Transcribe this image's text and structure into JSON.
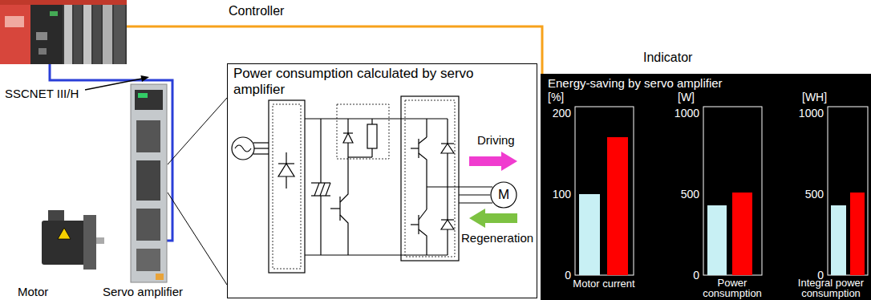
{
  "diagram": {
    "nodes": [
      {
        "text": [
          "Power consumption calculated by servo amplifier"
        ]
      },
      {
        "text": [
          "M"
        ],
        "in": 0
      },
      {
        "text": [
          "Indicator",
          "Energy-saving by servo amplifier"
        ]
      }
    ],
    "labels": [
      "Controller",
      "SSCNET III/H",
      "Motor",
      "Servo amplifier",
      "Driving",
      "Regeneration",
      "[%]",
      "200",
      "100",
      "0",
      "Motor current",
      "[W]",
      "1000",
      "500",
      "0",
      "Power consumption",
      "[WH]",
      "1000",
      "500",
      "0",
      "Integral power consumption"
    ]
  }
}
